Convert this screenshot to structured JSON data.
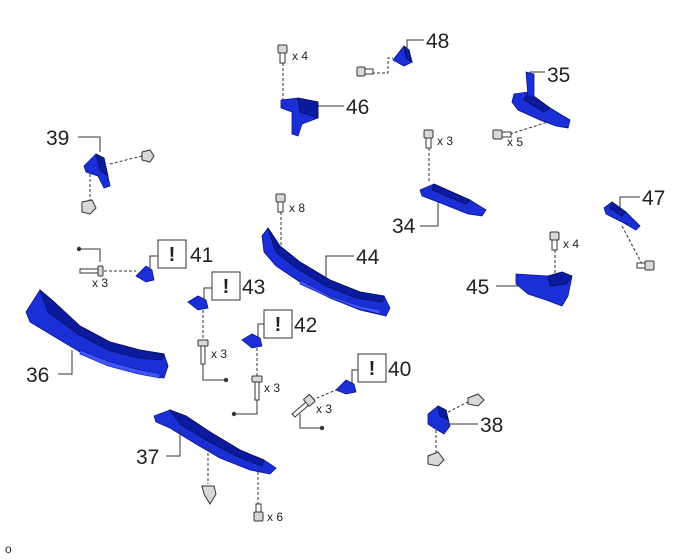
{
  "labels": {
    "p34": "34",
    "p35": "35",
    "p36": "36",
    "p37": "37",
    "p38": "38",
    "p39": "39",
    "p40": "40",
    "p41": "41",
    "p42": "42",
    "p43": "43",
    "p44": "44",
    "p45": "45",
    "p46": "46",
    "p47": "47",
    "p48": "48"
  },
  "quantities": {
    "q46": "x 4",
    "q34": "x 3",
    "q35": "x 5",
    "q44": "x 8",
    "q45": "x 4",
    "q41": "x 3",
    "q43": "x 3",
    "q42": "x 3",
    "q40": "x 3",
    "q37": "x 6"
  },
  "warning_symbol": "!",
  "corner_mark": "o",
  "colors": {
    "part": "#1a2fd6",
    "line": "#333333"
  }
}
